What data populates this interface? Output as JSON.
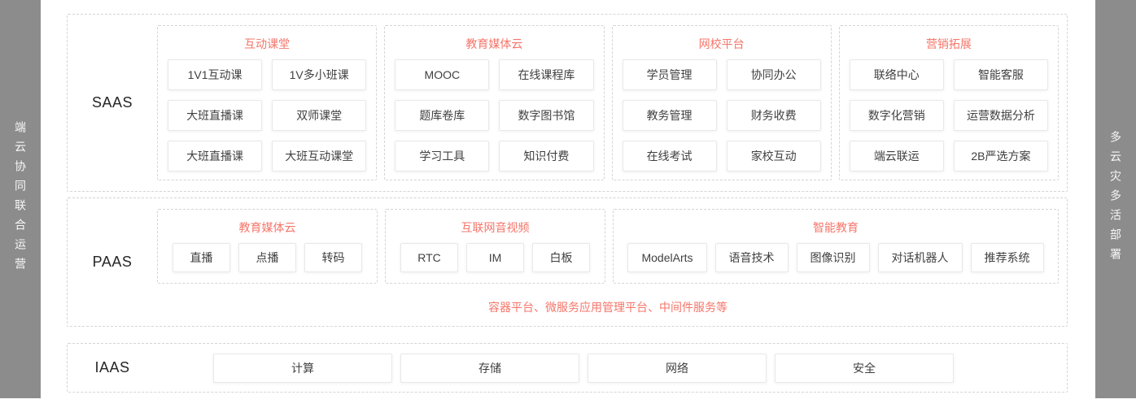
{
  "colors": {
    "accent": "#f5756a",
    "strip_background": "#8c8c8c",
    "card_border": "#e8e8e8",
    "dashed_border": "#d4d4d4"
  },
  "banners": {
    "left": "端云协同联合运营",
    "right": "多云灾多活部署"
  },
  "layers": {
    "saas": {
      "label": "SAAS",
      "groups": [
        {
          "title": "互动课堂",
          "items": [
            "1V1互动课",
            "1V多小班课",
            "大班直播课",
            "双师课堂",
            "大班直播课",
            "大班互动课堂"
          ]
        },
        {
          "title": "教育媒体云",
          "items": [
            "MOOC",
            "在线课程库",
            "题库卷库",
            "数字图书馆",
            "学习工具",
            "知识付费"
          ]
        },
        {
          "title": "网校平台",
          "items": [
            "学员管理",
            "协同办公",
            "教务管理",
            "财务收费",
            "在线考试",
            "家校互动"
          ]
        },
        {
          "title": "营销拓展",
          "items": [
            "联络中心",
            "智能客服",
            "数字化营销",
            "运营数据分析",
            "端云联运",
            "2B严选方案"
          ]
        }
      ]
    },
    "paas": {
      "label": "PAAS",
      "groups": [
        {
          "title": "教育媒体云",
          "items": [
            "直播",
            "点播",
            "转码"
          ]
        },
        {
          "title": "互联网音视频",
          "items": [
            "RTC",
            "IM",
            "白板"
          ]
        },
        {
          "title": "智能教育",
          "items": [
            "ModelArts",
            "语音技术",
            "图像识别",
            "对话机器人",
            "推荐系统"
          ]
        }
      ],
      "footnote": "容器平台、微服务应用管理平台、中间件服务等"
    },
    "iaas": {
      "label": "IAAS",
      "items": [
        "计算",
        "存储",
        "网络",
        "安全"
      ]
    }
  }
}
